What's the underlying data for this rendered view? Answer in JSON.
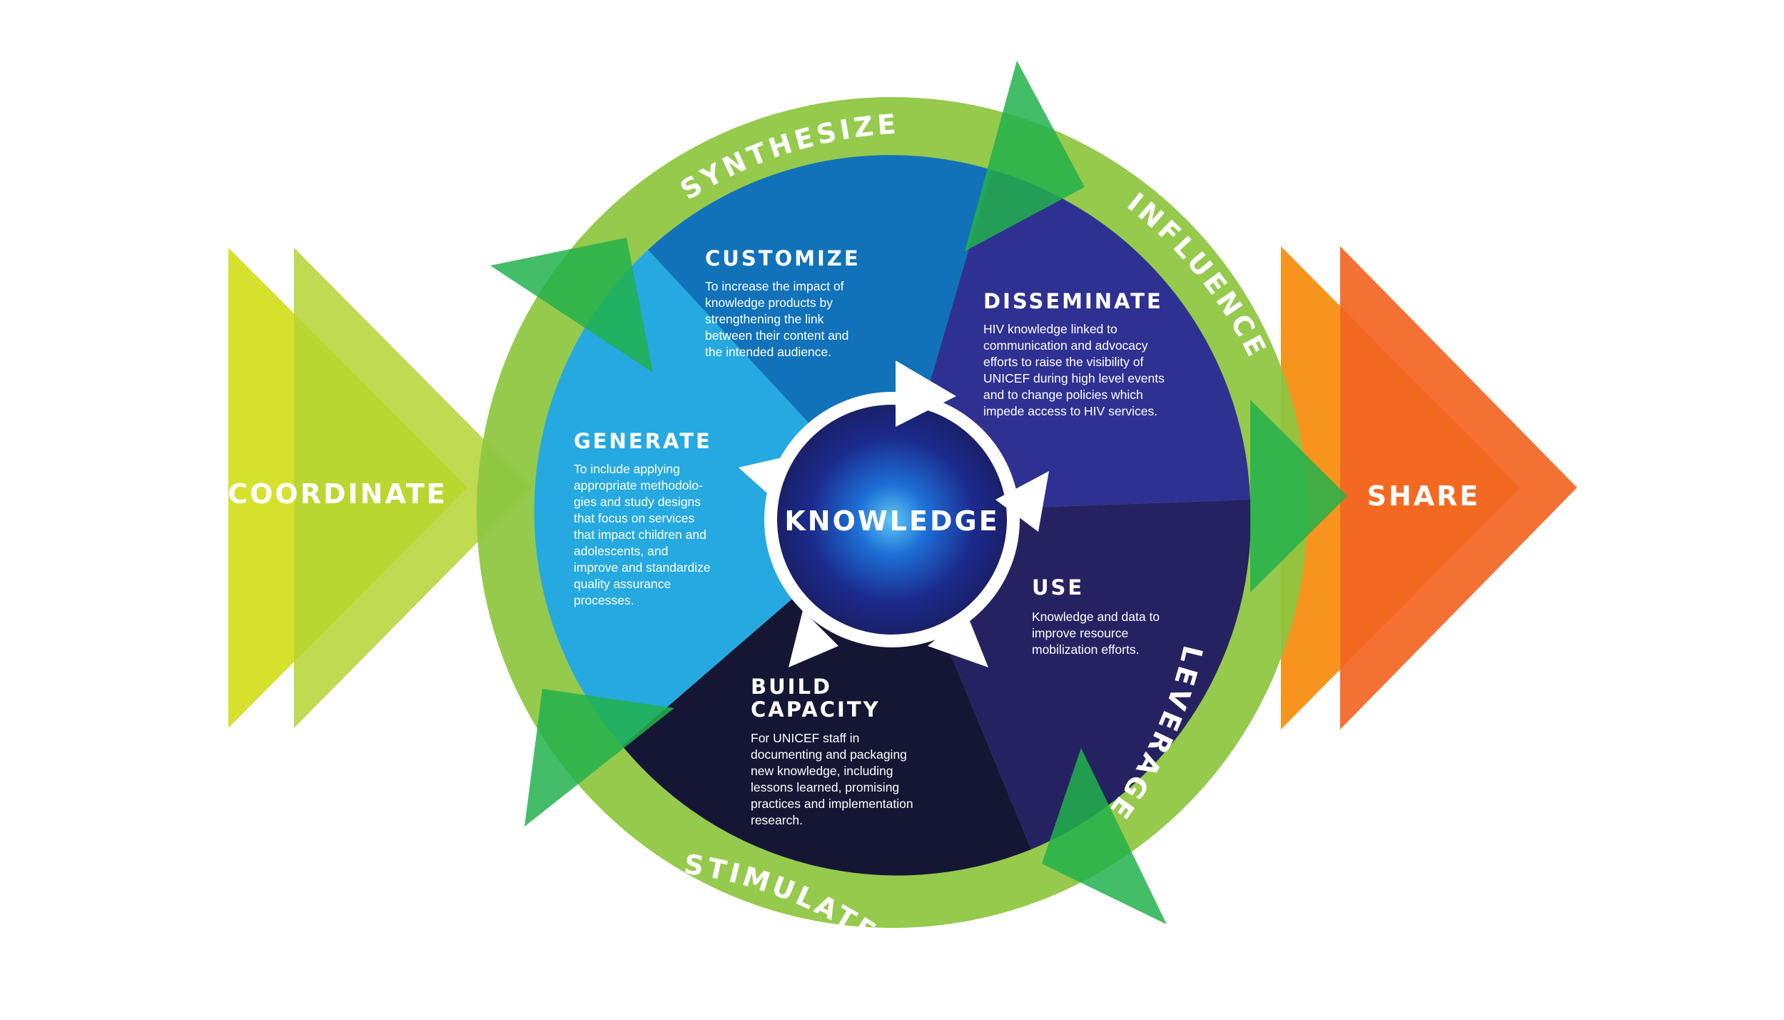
{
  "left": {
    "label": "COORDINATE"
  },
  "right": {
    "label": "SHARE"
  },
  "center": {
    "label": "KNOWLEDGE"
  },
  "ring": {
    "top": "SYNTHESIZE",
    "upper_right": "INFLUENCE",
    "lower_right": "LEVERAGE",
    "bottom": "STIMULATE"
  },
  "segments": {
    "customize": {
      "title": "CUSTOMIZE",
      "lines": [
        "To increase the impact of",
        "knowledge products by",
        "strengthening the link",
        "between their content and",
        "the intended audience."
      ]
    },
    "disseminate": {
      "title": "DISSEMINATE",
      "lines": [
        "HIV knowledge linked to",
        "communication and advocacy",
        "efforts to raise the visibility of",
        "UNICEF during high level events",
        "and to change policies which",
        "impede access to HIV services."
      ]
    },
    "generate": {
      "title": "GENERATE",
      "lines": [
        "To include applying",
        "appropriate methodolo-",
        "gies and study designs",
        "that focus on services",
        "that impact children and",
        "adolescents, and",
        "improve and standardize",
        "quality assurance",
        "processes."
      ]
    },
    "use": {
      "title": "USE",
      "lines": [
        "Knowledge and data to",
        "improve resource",
        "mobilization efforts."
      ]
    },
    "build_capacity": {
      "title_line1": "BUILD",
      "title_line2": "CAPACITY",
      "lines": [
        "For UNICEF staff in",
        "documenting and packaging",
        "new knowledge, including",
        "lessons learned, promising",
        "practices and implementation",
        "research."
      ]
    }
  },
  "colors": {
    "lime": "#d4df22",
    "ring_green": "#8dc63f",
    "arrow_green": "#22b24c",
    "orange_light": "#f7941d",
    "orange_dark": "#f26522",
    "customize": "#1172ba",
    "generate": "#26a9e0",
    "disseminate": "#2e3192",
    "use": "#262262",
    "build_capacity": "#141633"
  }
}
